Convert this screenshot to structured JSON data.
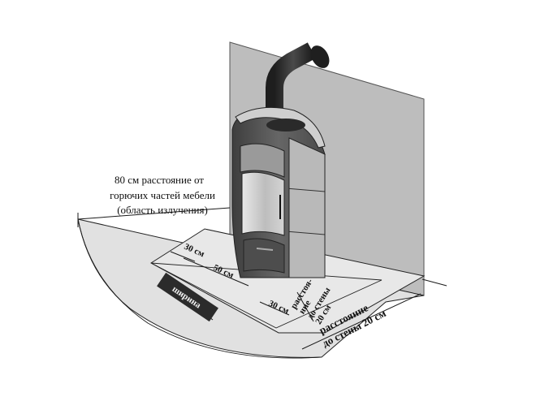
{
  "labels": {
    "radiation_line1": "80 см расстояние от",
    "radiation_line2": "горючих частей мебели",
    "radiation_line3": "(область излучения)",
    "width": "ширина",
    "d30_top": "30 см",
    "d50": "50 см",
    "d30_bottom": "30 см",
    "side_line1": "расстоя-",
    "side_line2": "ние",
    "side_line3": "до стены",
    "side_line4": "20 см",
    "wall_line1": "расстояние",
    "wall_line2": "до стены 20 см"
  },
  "icons": {
    "stove": "stove-illustration",
    "chimney": "chimney-pipe"
  },
  "colors": {
    "wall": "#bcbcbc",
    "floor_zone": "#dcdcdc",
    "protect_plate": "#e4e4e4",
    "stove_body": "#575757",
    "stove_tile": "#b9b9b9",
    "door_glass": "#cfcfcf",
    "pipe": "#2e2e2e"
  }
}
